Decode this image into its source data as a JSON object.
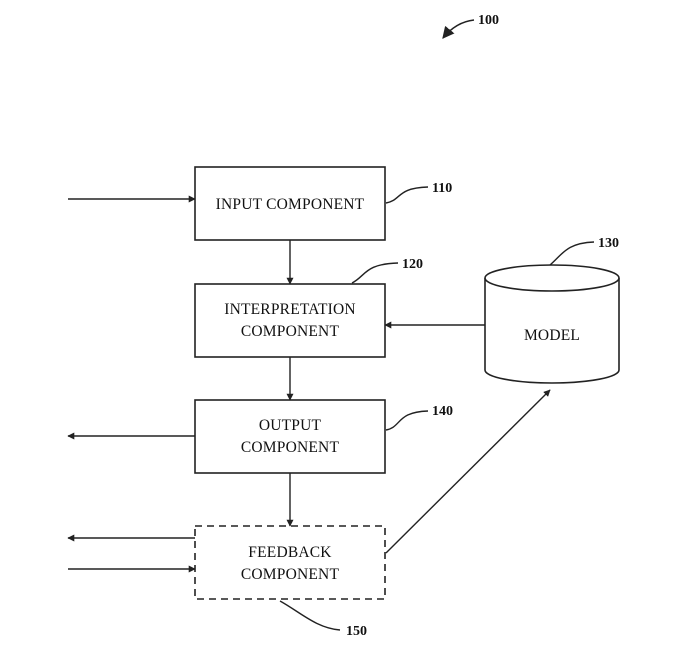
{
  "figure_ref": "100",
  "components": {
    "input": {
      "ref": "110",
      "lines": [
        "INPUT COMPONENT"
      ]
    },
    "interpretation": {
      "ref": "120",
      "lines": [
        "INTERPRETATION",
        "COMPONENT"
      ]
    },
    "model": {
      "ref": "130",
      "lines": [
        "MODEL"
      ]
    },
    "output": {
      "ref": "140",
      "lines": [
        "OUTPUT",
        "COMPONENT"
      ]
    },
    "feedback": {
      "ref": "150",
      "lines": [
        "FEEDBACK",
        "COMPONENT"
      ]
    }
  },
  "colors": {
    "stroke": "#222222",
    "background": "#ffffff"
  }
}
